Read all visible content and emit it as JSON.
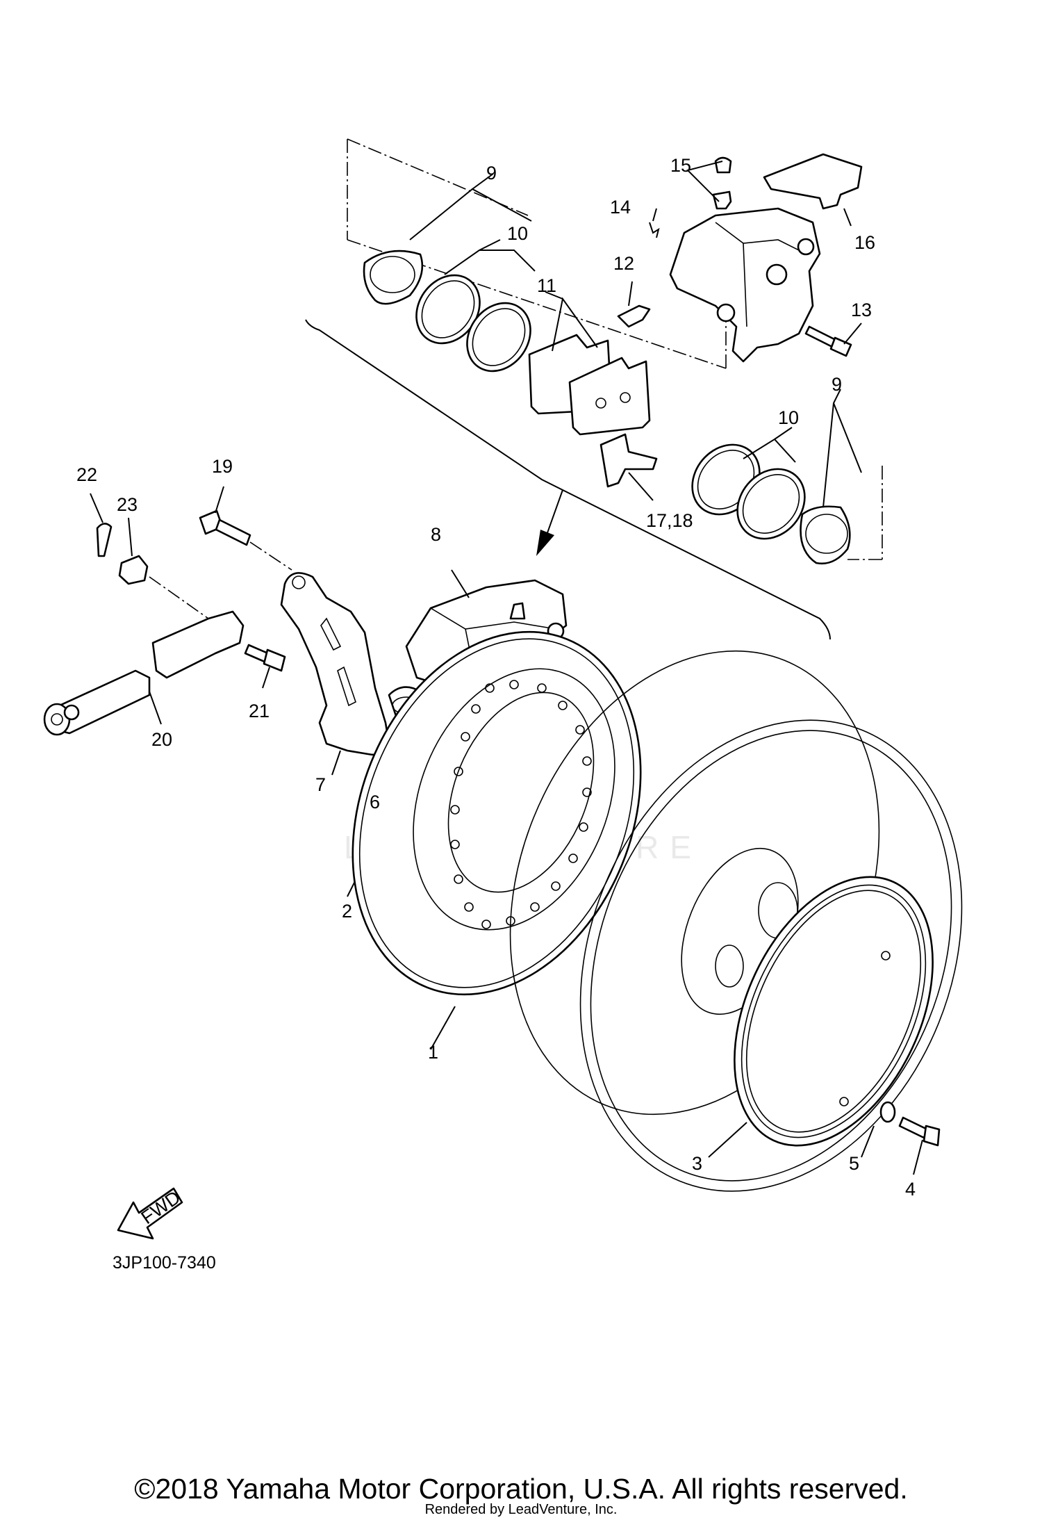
{
  "diagram": {
    "labels": {
      "p1": "1",
      "p2": "2",
      "p3": "3",
      "p4": "4",
      "p5": "5",
      "p6": "6",
      "p7": "7",
      "p8": "8",
      "p9a": "9",
      "p9b": "9",
      "p10a": "10",
      "p10b": "10",
      "p11": "11",
      "p12": "12",
      "p13": "13",
      "p14": "14",
      "p15": "15",
      "p16": "16",
      "p1718": "17,18",
      "p19": "19",
      "p20": "20",
      "p21": "21",
      "p22": "22",
      "p23": "23"
    },
    "fwd_label": "FWD",
    "diagram_code": "3JP100-7340",
    "watermark": "LEADVENTURE"
  },
  "footer": {
    "copyright": "©2018 Yamaha Motor Corporation, U.S.A. All rights reserved.",
    "rendered_by": "Rendered by LeadVenture, Inc."
  }
}
